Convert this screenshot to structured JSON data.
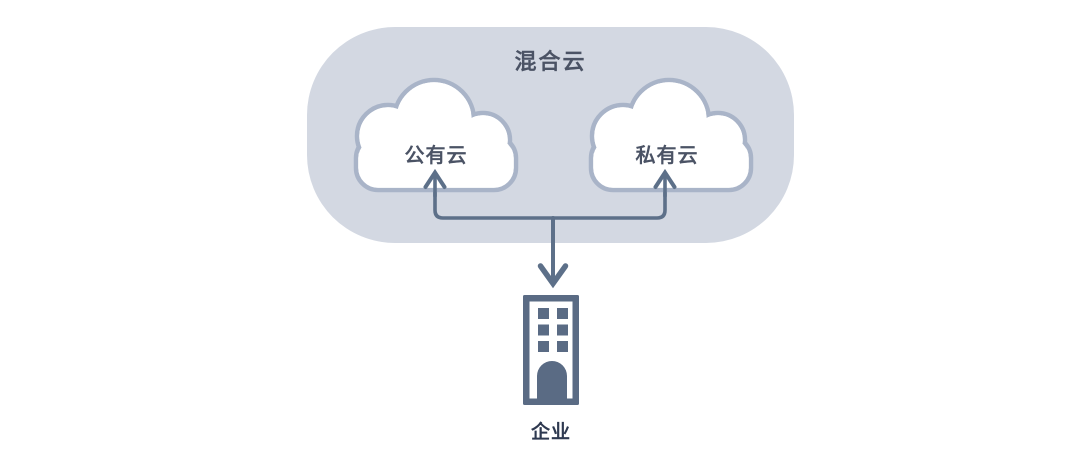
{
  "diagram": {
    "title": "混合云",
    "clouds": [
      {
        "id": "public-cloud",
        "label": "公有云"
      },
      {
        "id": "private-cloud",
        "label": "私有云"
      }
    ],
    "enterprise_label": "企业",
    "relations": [
      "enterprise -> public-cloud",
      "enterprise -> private-cloud"
    ]
  },
  "colors": {
    "container_fill": "#d3d8e2",
    "cloud_fill": "#ffffff",
    "cloud_outline": "#a9b4c8",
    "connector_line": "#5d7089",
    "building_fill": "#5a6b84",
    "label_text": "#4b5365",
    "enterprise_text": "#2e3950",
    "background": "#ffffff"
  }
}
